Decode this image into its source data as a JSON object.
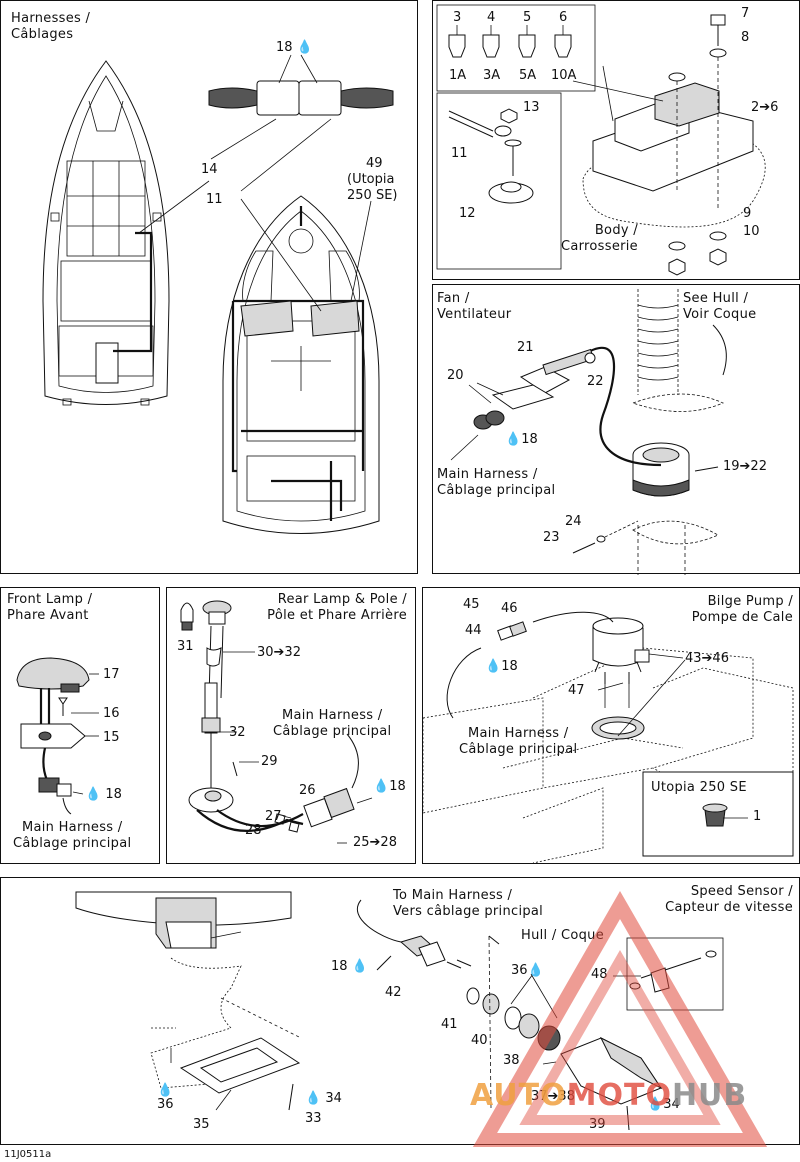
{
  "panels": {
    "harnesses": {
      "title_line1": "Harnesses /",
      "title_line2": "Câblages",
      "labels": {
        "p18": "18",
        "p14": "14",
        "p11": "11",
        "p49": "49",
        "p49_note1": "(Utopia",
        "p49_note2": "250 SE)"
      }
    },
    "fuses": {
      "labels": {
        "p3": "3",
        "p4": "4",
        "p5": "5",
        "p6": "6",
        "a1": "1A",
        "a3": "3A",
        "a5": "5A",
        "a10": "10A",
        "p7": "7",
        "p8": "8",
        "p2_6": "2➔6",
        "p13": "13",
        "p11": "11",
        "p12": "12",
        "p9": "9",
        "p10": "10",
        "body1": "Body /",
        "body2": "Carrosserie"
      }
    },
    "fan": {
      "title_line1": "Fan /",
      "title_line2": "Ventilateur",
      "see_hull1": "See Hull /",
      "see_hull2": "Voir Coque",
      "labels": {
        "p21": "21",
        "p20": "20",
        "p22": "22",
        "p18": "18",
        "p19_22": "19➔22",
        "p24": "24",
        "p23": "23"
      },
      "harness1": "Main Harness /",
      "harness2": "Câblage principal"
    },
    "front_lamp": {
      "title_line1": "Front Lamp /",
      "title_line2": "Phare Avant",
      "labels": {
        "p17": "17",
        "p16": "16",
        "p15": "15",
        "p18": "18"
      },
      "harness1": "Main Harness /",
      "harness2": "Câblage principal"
    },
    "rear_lamp": {
      "title_line1": "Rear Lamp & Pole /",
      "title_line2": "Pôle et Phare Arrière",
      "labels": {
        "p31": "31",
        "p30_32": "30➔32",
        "p32": "32",
        "p29": "29",
        "p26": "26",
        "p18": "18",
        "p27": "27",
        "p28": "28",
        "p25_28": "25➔28"
      },
      "harness1": "Main Harness /",
      "harness2": "Câblage principal"
    },
    "bilge": {
      "title_line1": "Bilge Pump /",
      "title_line2": "Pompe de Cale",
      "labels": {
        "p45": "45",
        "p46": "46",
        "p44": "44",
        "p18": "18",
        "p43_46": "43➔46",
        "p47": "47",
        "p1": "1"
      },
      "harness1": "Main Harness /",
      "harness2": "Câblage principal",
      "utopia": "Utopia 250 SE"
    },
    "speed": {
      "title_line1": "Speed Sensor /",
      "title_line2": "Capteur de vitesse",
      "to_harness1": "To Main Harness /",
      "to_harness2": "Vers câblage principal",
      "hull": "Hull / Coque",
      "labels": {
        "p18": "18",
        "p42": "42",
        "p41": "41",
        "p40": "40",
        "p36a": "36",
        "p38": "38",
        "p48": "48",
        "p37_38": "37➔38",
        "p34a": "34",
        "p39": "39",
        "p36b": "36",
        "p35": "35",
        "p34b": "34",
        "p33": "33"
      }
    }
  },
  "footer_code": "11J0511a",
  "watermark": {
    "part1": "AUTO",
    "part2": "MOTO",
    "part3": "HUB"
  },
  "colors": {
    "ink": "#111111",
    "watermark_red": "#e04a3c",
    "watermark_orange": "#f0a040",
    "watermark_grey": "#8a8a8a"
  }
}
